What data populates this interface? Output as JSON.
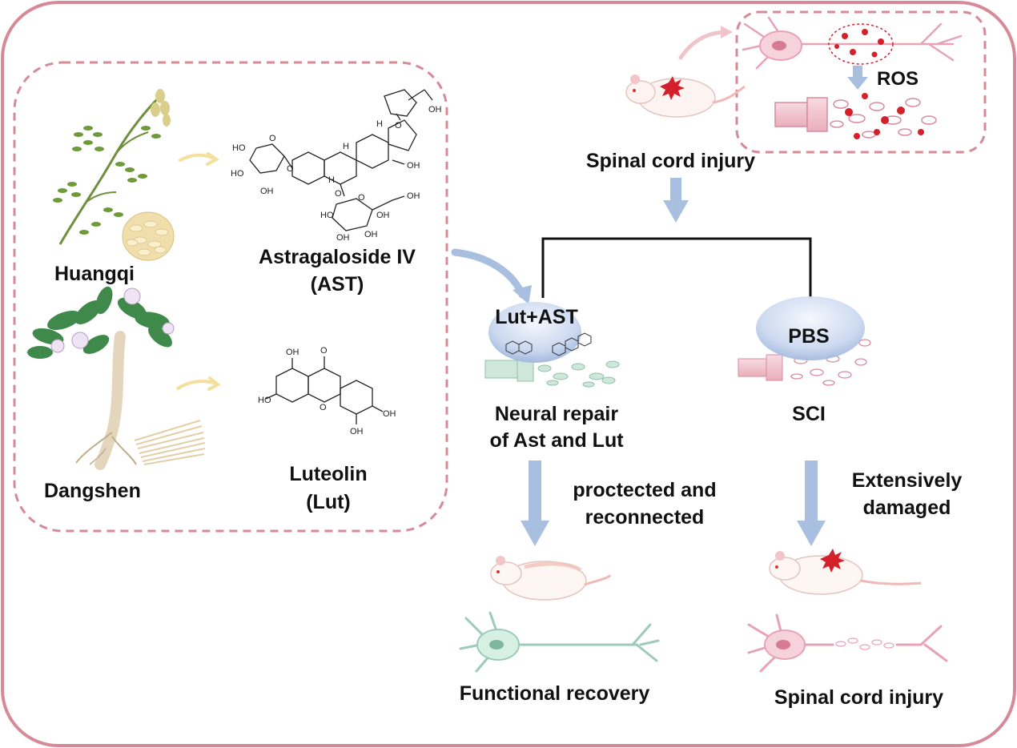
{
  "herbs": {
    "huangqi": "Huangqi",
    "dangshen": "Dangshen"
  },
  "compounds": {
    "ast_name": "Astragaloside IV",
    "ast_abbr": "(AST)",
    "lut_name": "Luteolin",
    "lut_abbr": "(Lut)"
  },
  "chem_atoms": {
    "oh": "OH",
    "ho": "HO",
    "o": "O",
    "h": "H"
  },
  "injury": {
    "ros": "ROS",
    "title": "Spinal cord injury"
  },
  "groups": {
    "treatment": "Lut+AST",
    "control": "PBS"
  },
  "outcomes": {
    "treatment_line1": "Neural repair",
    "treatment_line2": "of Ast and Lut",
    "control_label": "SCI",
    "treatment_effect_line1": "proctected and",
    "treatment_effect_line2": "reconnected",
    "control_effect_line1": "Extensively",
    "control_effect_line2": "damaged",
    "treatment_final": "Functional recovery",
    "control_final": "Spinal cord injury"
  },
  "colors": {
    "frame": "#d68a98",
    "dash": "#d68a98",
    "arrow_blue": "#a9bfe0",
    "arrow_yellow": "#f5df9c",
    "arrow_pink": "#f1c4cc",
    "neuron_pink": "#e8a2b6",
    "neuron_green": "#9ccbb8",
    "ros_red": "#d3202a"
  }
}
